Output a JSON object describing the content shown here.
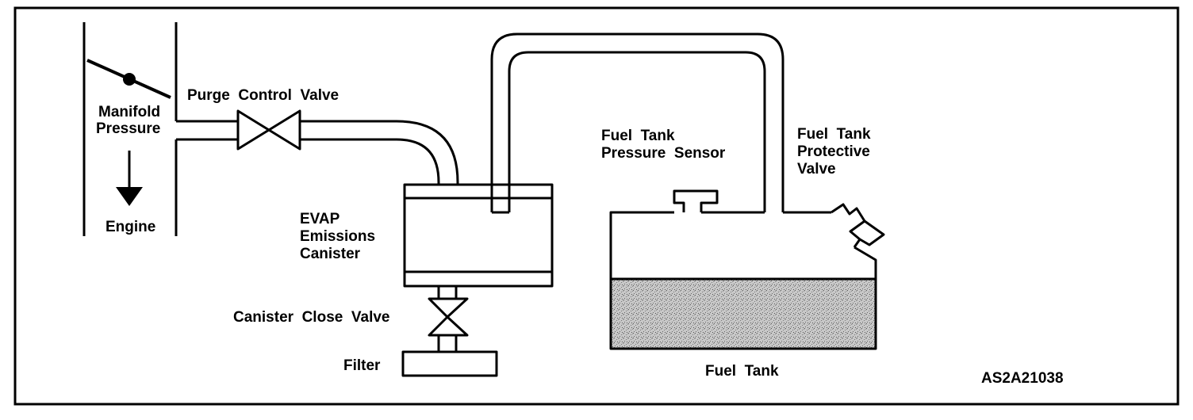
{
  "labels": {
    "manifold_line1": "Manifold",
    "manifold_line2": "Pressure",
    "engine": "Engine",
    "purge_valve": "Purge  Control  Valve",
    "canister_line1": "EVAP",
    "canister_line2": "Emissions",
    "canister_line3": "Canister",
    "close_valve": "Canister  Close  Valve",
    "filter": "Filter",
    "sensor_line1": "Fuel  Tank",
    "sensor_line2": "Pressure  Sensor",
    "protective_line1": "Fuel  Tank",
    "protective_line2": "Protective",
    "protective_line3": "Valve",
    "fuel_tank": "Fuel  Tank",
    "figure_id": "AS2A21038"
  },
  "colors": {
    "line": "#000000",
    "background": "#ffffff",
    "fuel_fill": "#9a9a9a"
  }
}
